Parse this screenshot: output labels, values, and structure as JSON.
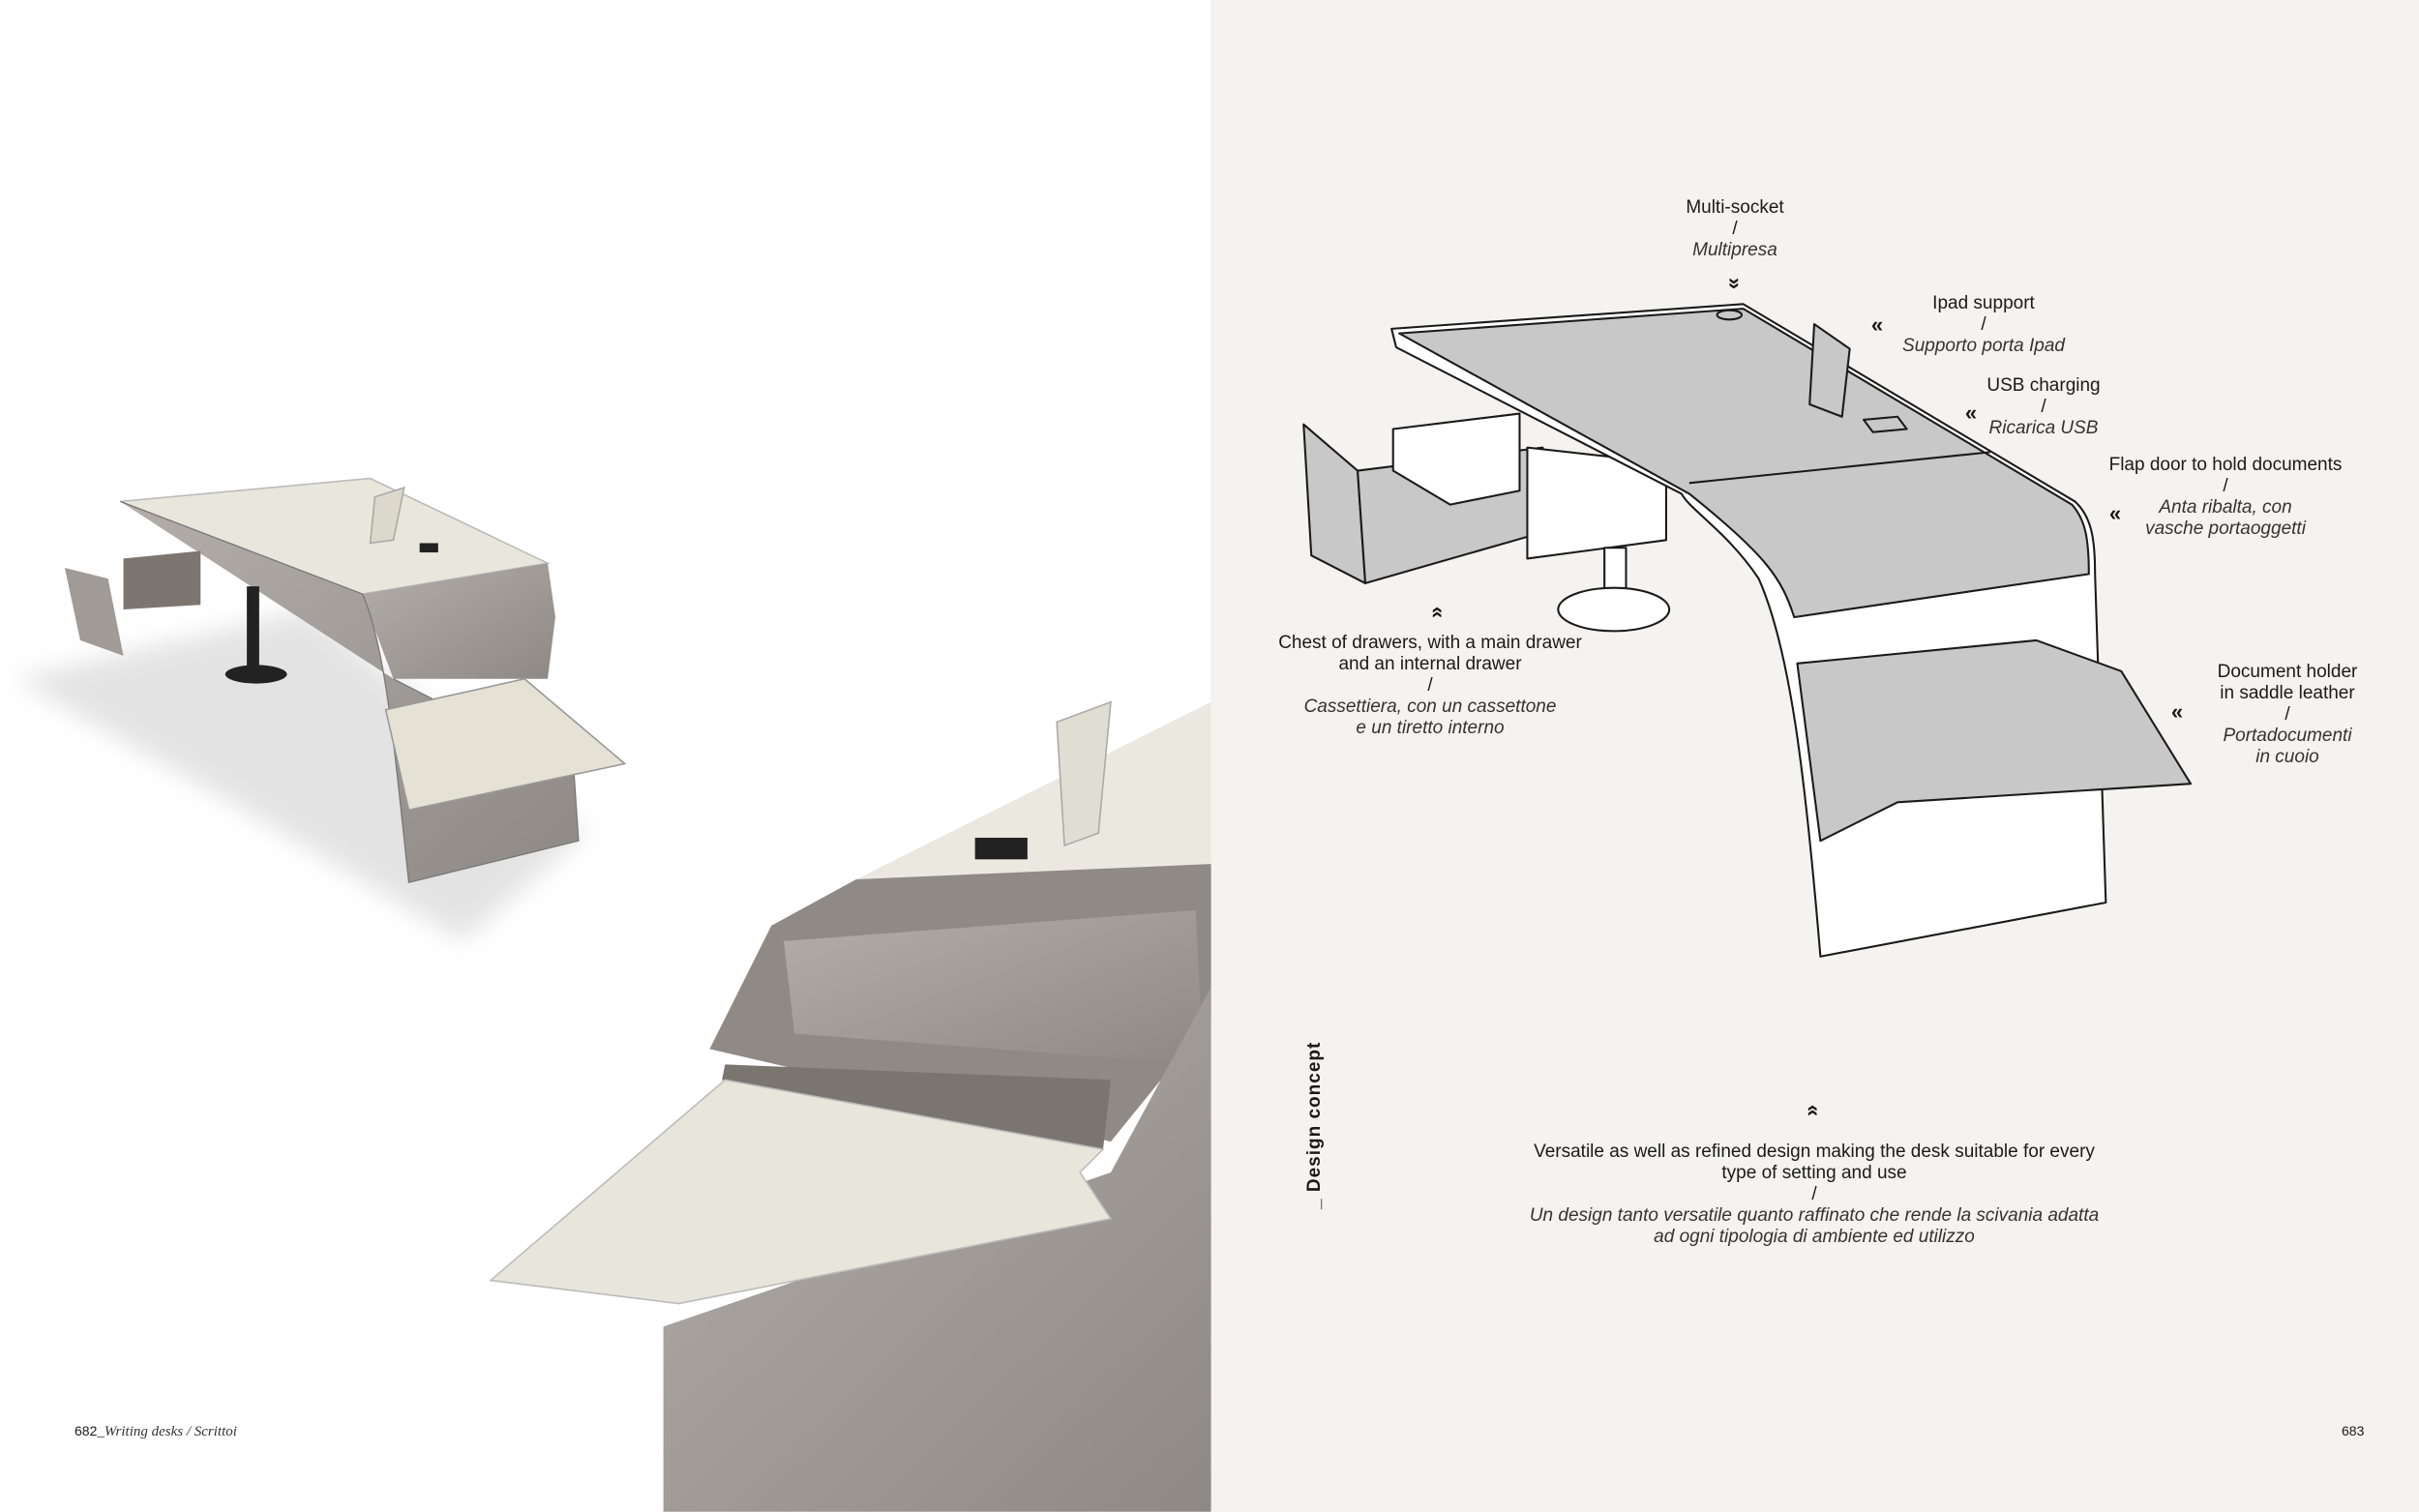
{
  "left_page": {
    "folio_number": "682",
    "folio_section": "_Writing desks / Scrittoi"
  },
  "right_page": {
    "folio_number": "683",
    "section_label": "_ Design concept",
    "callouts": [
      {
        "en": "Multi-socket",
        "sep": "/",
        "it": "Multipresa",
        "icon": "double-chevron-down-icon"
      },
      {
        "en": "Ipad support",
        "sep": "/",
        "it": "Supporto porta Ipad",
        "icon": "double-chevron-left-icon"
      },
      {
        "en": "USB charging",
        "sep": "/",
        "it": "Ricarica USB",
        "icon": "double-chevron-left-icon"
      },
      {
        "en": "Flap door to hold documents",
        "sep": "/",
        "it1": "Anta ribalta, con",
        "it2": "vasche portaoggetti",
        "icon": "double-chevron-left-icon"
      },
      {
        "en1": "Document holder",
        "en2": "in saddle leather",
        "sep": "/",
        "it1": "Portadocumenti",
        "it2": "in cuoio",
        "icon": "double-chevron-left-icon"
      },
      {
        "en1": "Chest of drawers, with a main drawer",
        "en2": "and an internal drawer",
        "sep": "/",
        "it1": "Cassettiera, con un cassettone",
        "it2": "e un tiretto interno",
        "icon": "double-chevron-up-icon"
      }
    ],
    "concept": {
      "en1": "Versatile as well as refined design making the desk suitable for every",
      "en2": "type of setting and use",
      "sep": "/",
      "it1": "Un design tanto versatile quanto raffinato che rende la scivania adatta",
      "it2": "ad ogni tipologia di ambiente ed utilizzo"
    },
    "chevrons": {
      "down": "»",
      "left": "«",
      "up": "»"
    }
  },
  "colors": {
    "right_bg": "#f4f3ef",
    "sketch_grey": "#c8c8c8",
    "wood": "#9e9a96",
    "cream": "#e9e6dc"
  }
}
